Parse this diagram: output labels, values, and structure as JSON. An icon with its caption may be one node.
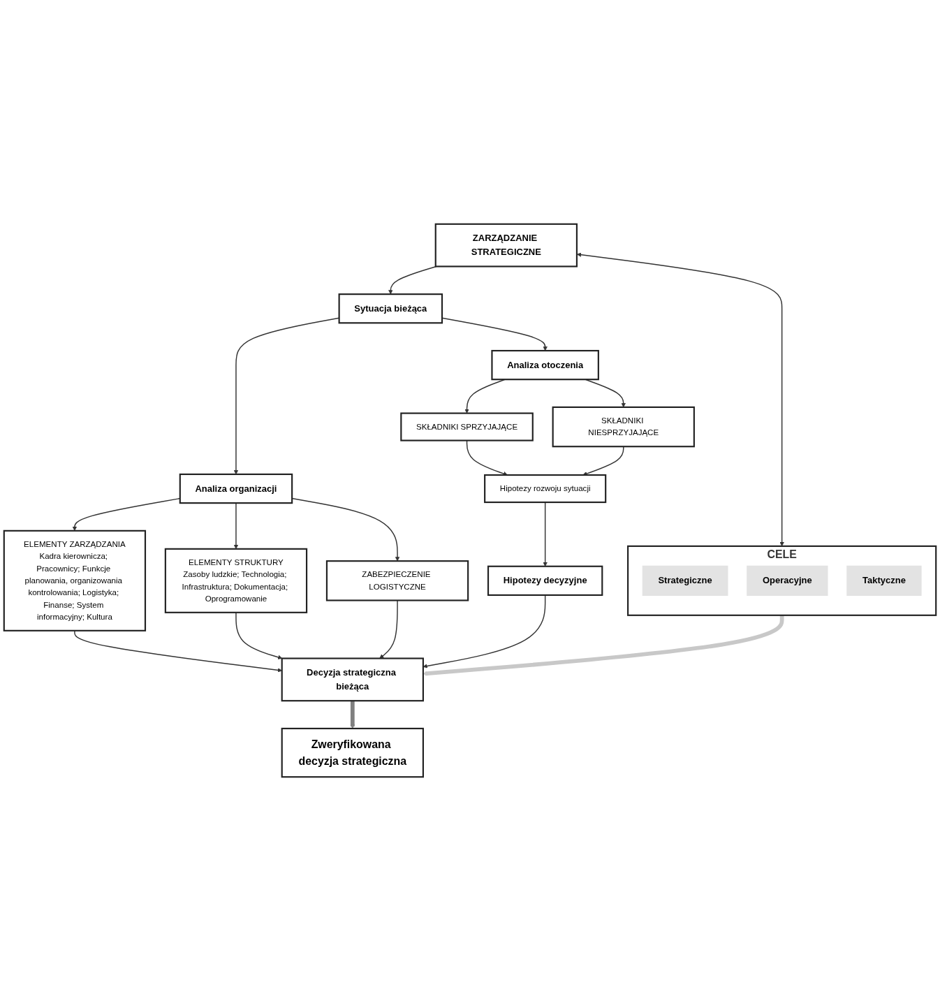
{
  "diagram": {
    "nodes": [
      {
        "text": [
          "ZARZĄDZANIE STRATEGICZNE"
        ]
      },
      {
        "text": [
          "Sytuacja bieżąca"
        ]
      },
      {
        "text": [
          "CELE"
        ]
      },
      {
        "text": [
          "Strategiczne"
        ],
        "in": 2
      },
      {
        "text": [
          "Operacyjne"
        ],
        "in": 2
      },
      {
        "text": [
          "Taktyczne"
        ],
        "in": 2
      },
      {
        "text": [
          "Analiza organizacji"
        ]
      },
      {
        "text": [
          "Analiza otoczenia"
        ]
      },
      {
        "text": [
          "ELEMENTY ZARZĄDZANIA",
          "Kadra kierownicza; Pracownicy; Funkcje planowania, organizowania kontrolowania; Logistyka; Finanse; System informacyjny; Kultura"
        ]
      },
      {
        "text": [
          "ELEMENTY STRUKTURY",
          "Zasoby ludzkie; Technologia; Infrastruktura; Dokumentacja; Oprogramowanie"
        ]
      },
      {
        "text": [
          "ZABEZPIECZENIE LOGISTYCZNE"
        ]
      },
      {
        "text": [
          "SKŁADNIKI SPRZYJAJĄCE"
        ]
      },
      {
        "text": [
          "SKŁADNIKI NIESPRZYJAJĄCE"
        ]
      },
      {
        "text": [
          "Hipotezy rozwoju sytuacji"
        ]
      },
      {
        "text": [
          "Hipotezy decyzyjne"
        ]
      },
      {
        "text": [
          "Decyzja strategiczna bieżąca"
        ]
      },
      {
        "text": [
          "Zweryfikowana decyzja strategiczna"
        ]
      }
    ],
    "edges": [
      {
        "from": 0,
        "to": 2,
        "arrow": "both"
      },
      {
        "from": 0,
        "to": 1,
        "arrow": "to"
      },
      {
        "from": 1,
        "to": 6,
        "arrow": "to"
      },
      {
        "from": 1,
        "to": 7,
        "arrow": "to"
      },
      {
        "from": 6,
        "to": 8,
        "arrow": "to"
      },
      {
        "from": 6,
        "to": 9,
        "arrow": "to"
      },
      {
        "from": 6,
        "to": 10,
        "arrow": "to"
      },
      {
        "from": 7,
        "to": 11,
        "arrow": "to"
      },
      {
        "from": 7,
        "to": 12,
        "arrow": "to"
      },
      {
        "from": 11,
        "to": 13,
        "arrow": "to"
      },
      {
        "from": 12,
        "to": 13,
        "arrow": "to"
      },
      {
        "from": 13,
        "to": 14,
        "arrow": "to"
      },
      {
        "from": 2,
        "to": 15,
        "arrow": "to",
        "style": "thick",
        "color": "#c8c8c8"
      },
      {
        "from": 8,
        "to": 15,
        "arrow": "to"
      },
      {
        "from": 9,
        "to": 15,
        "arrow": "to"
      },
      {
        "from": 10,
        "to": 15,
        "arrow": "to"
      },
      {
        "from": 14,
        "to": 15,
        "arrow": "to"
      },
      {
        "from": 15,
        "to": 16,
        "arrow": "to",
        "style": "thick",
        "color": "#808080"
      }
    ]
  }
}
